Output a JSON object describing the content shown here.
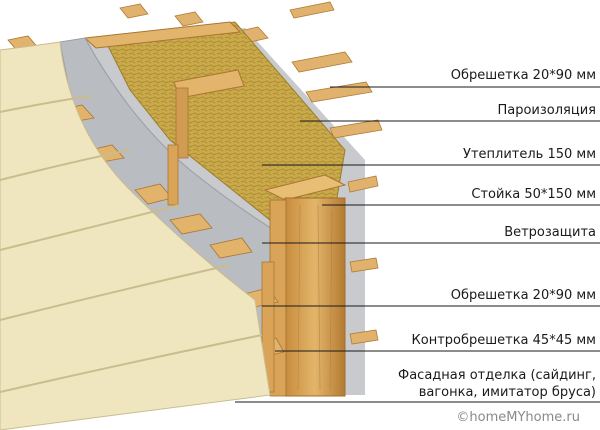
{
  "labels": [
    "Обрешетка 20*90 мм",
    "Пароизоляция",
    "Утеплитель 150 мм",
    "Стойка 50*150 мм",
    "Ветрозащита",
    "Обрешетка 20*90 мм",
    "Контробрешетка 45*45 мм",
    "Фасадная отделка (сайдинг,",
    "вагонка, имитатор бруса)"
  ],
  "watermark": "©homeMYhome.ru",
  "colors": {
    "siding": "#efe6c0",
    "siding_shadow": "#c9bd8e",
    "membrane": "#b9bcc0",
    "vapor_barrier": "#c8cace",
    "insulation": "#c9a94a",
    "timber": "#d7a85c",
    "timber_dark": "#b27a33",
    "line": "#1a1a1a"
  },
  "icons": {
    "watermark": "copyright-icon"
  }
}
